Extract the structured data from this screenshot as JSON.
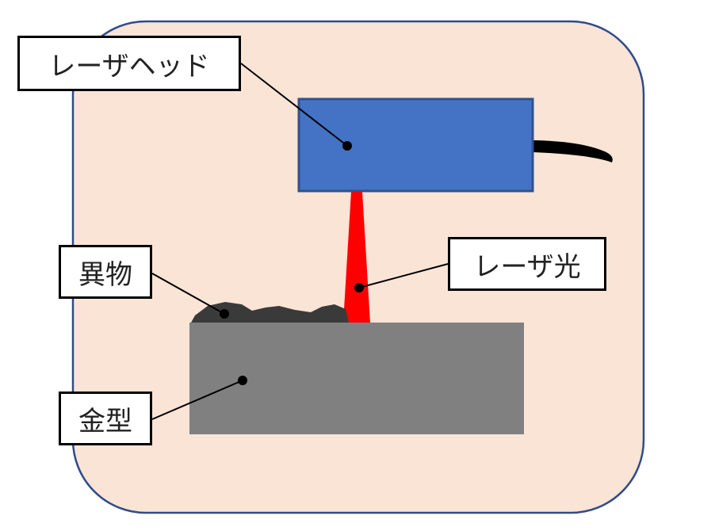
{
  "labels": {
    "laser_head": "レーザヘッド",
    "laser_light": "レーザ光",
    "foreign_matter": "異物",
    "mold": "金型"
  },
  "colors": {
    "background_panel": "#fae4d6",
    "panel_border": "#2f4b8a",
    "laser_head_fill": "#4472c4",
    "laser_head_border": "#2f528f",
    "laser_beam": "#ff0000",
    "mold_fill": "#808080",
    "foreign_matter_fill": "#3a3a3a",
    "cable": "#000000"
  }
}
